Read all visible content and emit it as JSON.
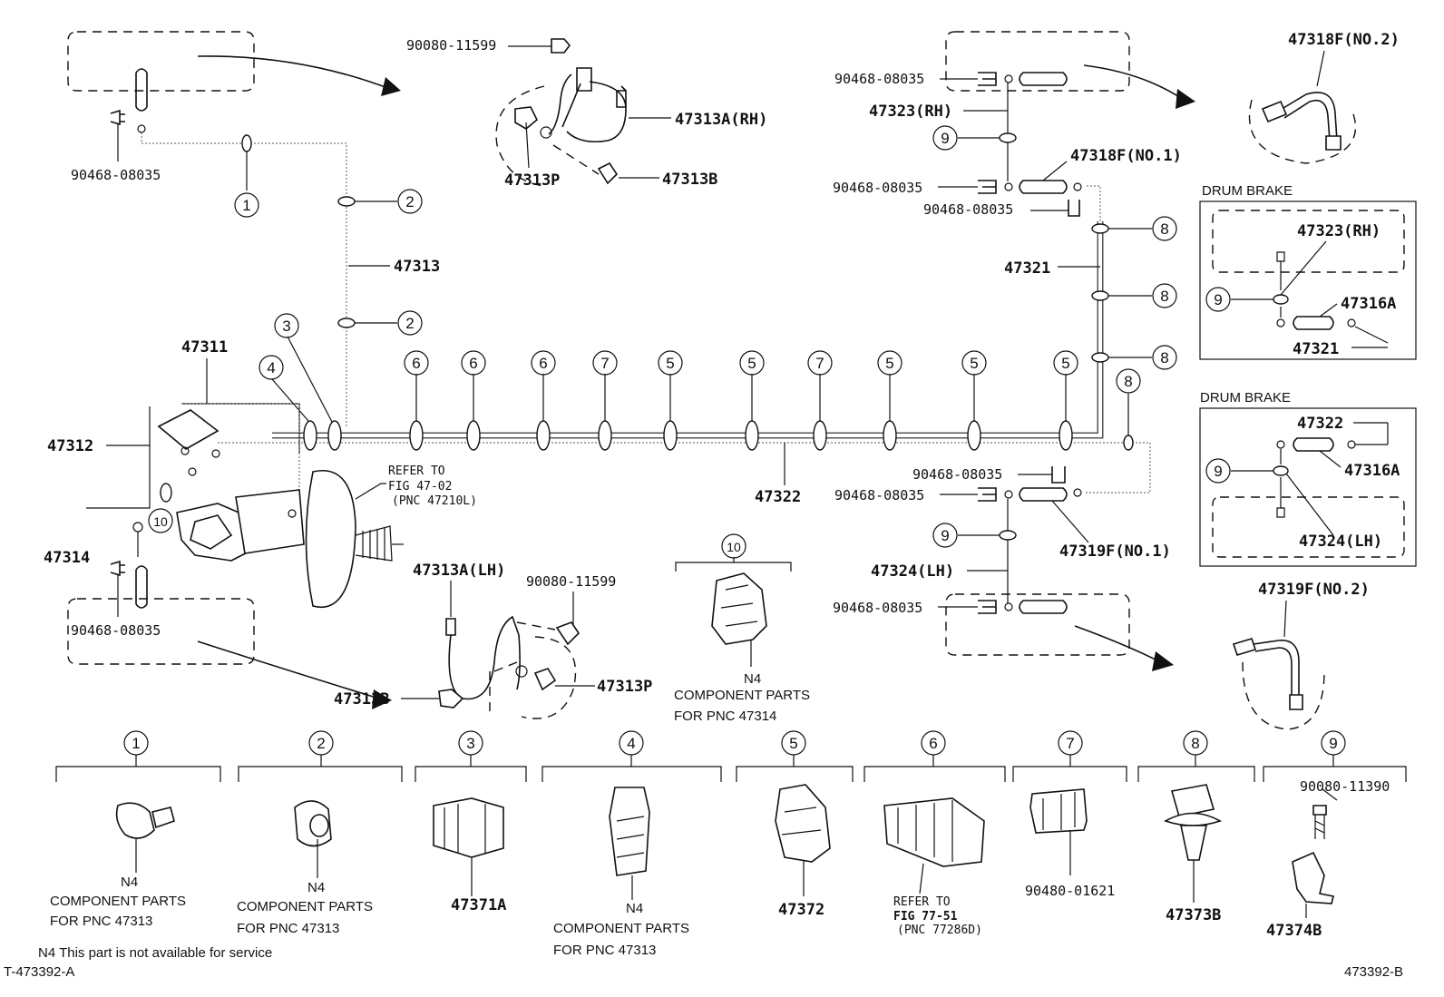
{
  "labels": {
    "p90080_11599_top": "90080-11599",
    "p90468_08035_tl": "90468-08035",
    "p47313A_RH": "47313A(RH)",
    "p47313P_top": "47313P",
    "p47313B_top": "47313B",
    "p47313": "47313",
    "p47311": "47311",
    "p47312": "47312",
    "p47314": "47314",
    "p90468_08035_bl": "90468-08035",
    "p47313A_LH": "47313A(LH)",
    "p90080_11599_mid": "90080-11599",
    "p47313B_mid": "47313B",
    "p47313P_mid": "47313P",
    "p47322_main": "47322",
    "p90468_08035_r1": "90468-08035",
    "p47323_RH": "47323(RH)",
    "p90468_08035_r2": "90468-08035",
    "p47318F_NO1": "47318F(NO.1)",
    "p90468_08035_r3": "90468-08035",
    "p47321": "47321",
    "p47318F_NO2": "47318F(NO.2)",
    "p90468_08035_r4": "90468-08035",
    "p90468_08035_r5": "90468-08035",
    "p47319F_NO1": "47319F(NO.1)",
    "p47324_LH": "47324(LH)",
    "p90468_08035_r6": "90468-08035",
    "p47319F_NO2": "47319F(NO.2)",
    "drum1_title": "DRUM BRAKE",
    "drum1_47323": "47323(RH)",
    "drum1_47316A": "47316A",
    "drum1_47321": "47321",
    "drum2_title": "DRUM BRAKE",
    "drum2_47322": "47322",
    "drum2_47316A": "47316A",
    "drum2_47324": "47324(LH)",
    "refer_line1": "REFER TO",
    "refer_line2": "FIG 47-02",
    "refer_line3": "(PNC 47210L)",
    "c10_n4": "N4",
    "c10_comp": "COMPONENT PARTS",
    "c10_for": "FOR PNC  47314"
  },
  "callouts": [
    "1",
    "2",
    "3",
    "4",
    "5",
    "6",
    "7",
    "8",
    "9",
    "10"
  ],
  "legend": [
    {
      "num": "1",
      "lines": [
        "N4",
        "COMPONENT PARTS",
        "FOR PNC 47313"
      ]
    },
    {
      "num": "2",
      "lines": [
        "N4",
        "COMPONENT PARTS",
        "FOR PNC 47313"
      ]
    },
    {
      "num": "3",
      "lines": [
        "47371A"
      ]
    },
    {
      "num": "4",
      "lines": [
        "N4",
        "COMPONENT PARTS",
        "FOR PNC 47313"
      ]
    },
    {
      "num": "5",
      "lines": [
        "47372"
      ]
    },
    {
      "num": "6",
      "lines": [
        "REFER TO",
        "FIG 77-51",
        "(PNC 77286D)"
      ]
    },
    {
      "num": "7",
      "lines": [
        "90480-01621"
      ]
    },
    {
      "num": "8",
      "lines": [
        "47373B"
      ]
    },
    {
      "num": "9",
      "lines": [
        "90080-11390",
        "47374B"
      ]
    }
  ],
  "footer": {
    "note": "N4 This part is not available for service",
    "left_id": "T-473392-A",
    "right_id": "473392-B"
  }
}
